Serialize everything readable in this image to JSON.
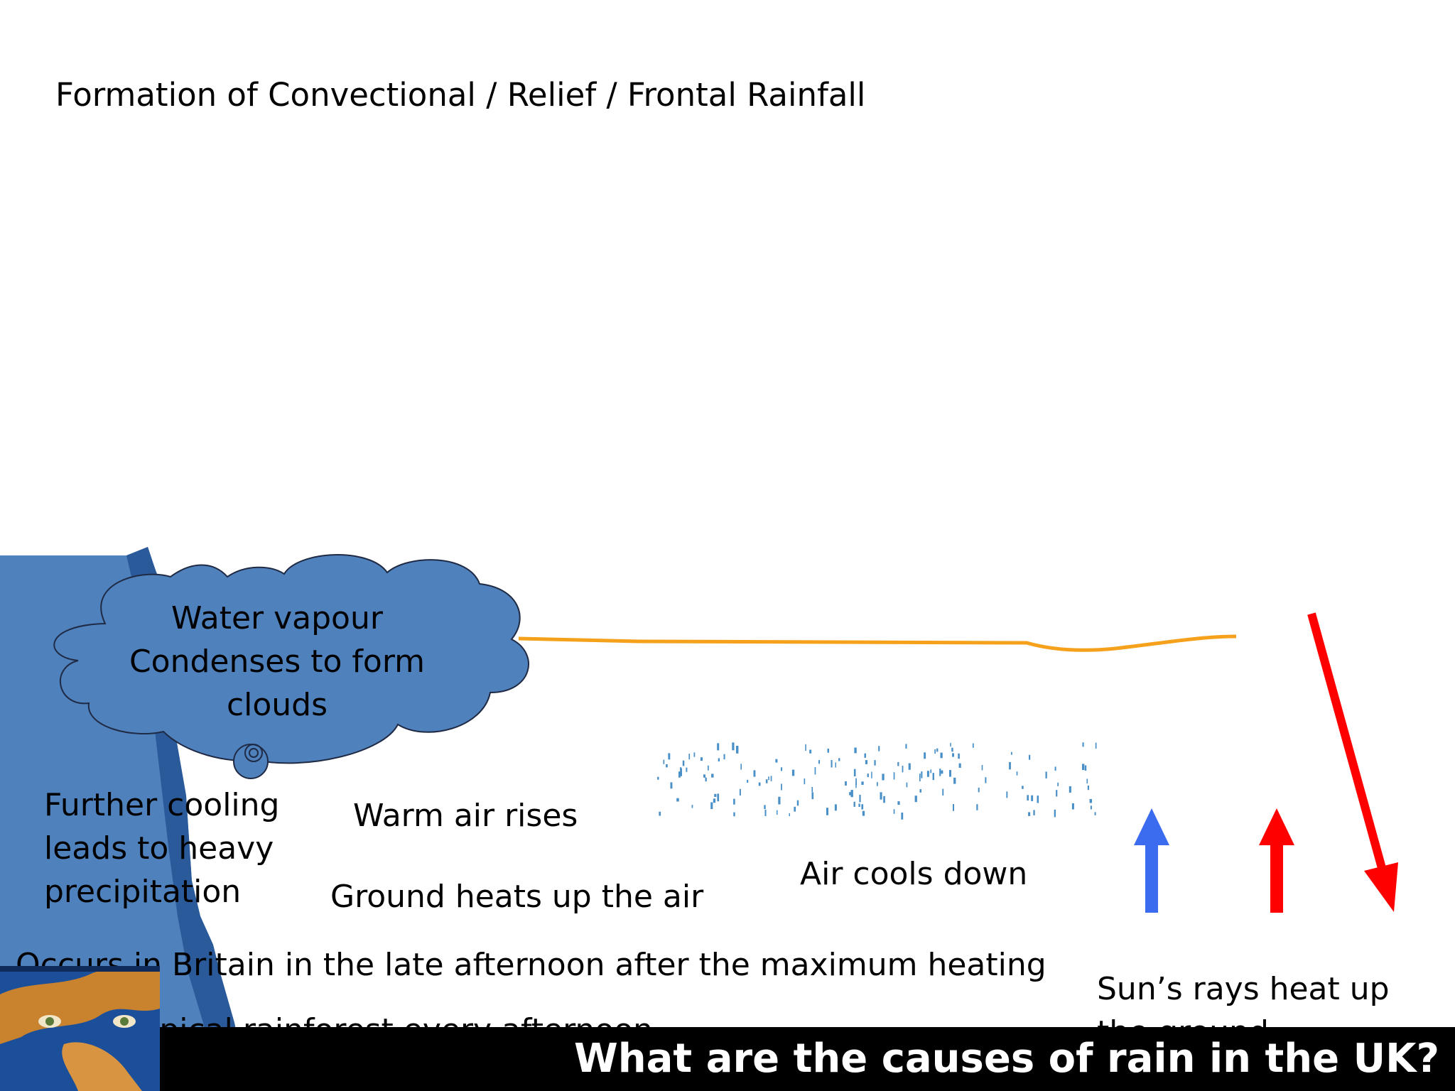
{
  "slide": {
    "title": "Formation of Convectional / Relief / Frontal Rainfall",
    "footer_title": "What are the causes of rain in the UK?"
  },
  "diagram": {
    "cloud_label": "Water vapour Condenses to form clouds",
    "further_cooling": "Further cooling leads to heavy precipitation",
    "warm_air_rises": "Warm air rises",
    "ground_heats": "Ground heats up the air",
    "air_cools": "Air cools down",
    "suns_rays": "Sun’s rays heat up the ground",
    "occurs_britain": "Occurs in Britain in the late afternoon after the maximum heating",
    "tropical": "In the tropical rainforest every afternoon"
  },
  "colors": {
    "cloud_fill": "#4f81bd",
    "cliff_dark": "#2a5a9a",
    "horizon_line": "#f5a11c",
    "arrow_blue": "#3b6cf0",
    "arrow_red": "#ff0000",
    "rain": "#4a90c8"
  }
}
